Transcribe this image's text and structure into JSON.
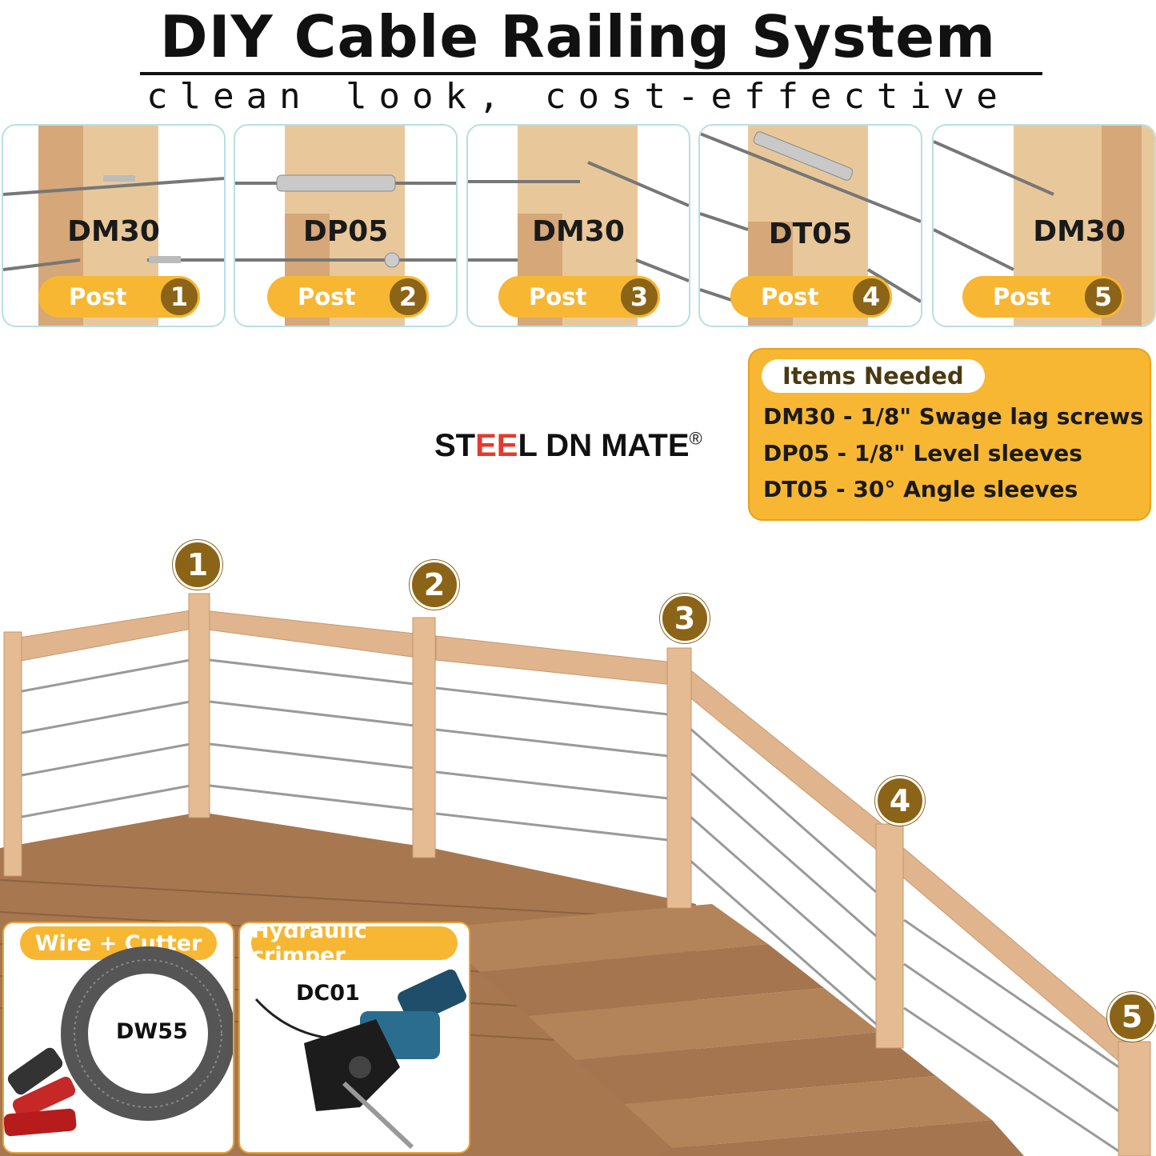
{
  "header": {
    "title": "DIY Cable Railing System",
    "subtitle": "clean look, cost-effective"
  },
  "panels": [
    {
      "model": "DM30",
      "post_label": "Post",
      "post_number": "1"
    },
    {
      "model": "DP05",
      "post_label": "Post",
      "post_number": "2"
    },
    {
      "model": "DM30",
      "post_label": "Post",
      "post_number": "3"
    },
    {
      "model": "DT05",
      "post_label": "Post",
      "post_number": "4"
    },
    {
      "model": "DM30",
      "post_label": "Post",
      "post_number": "5"
    }
  ],
  "brand": {
    "part1": "ST",
    "part2": "EE",
    "part3": "L DN MATE",
    "registered": "®"
  },
  "items_needed": {
    "title": "Items Needed",
    "lines": [
      "DM30 - 1/8\" Swage lag screws",
      "DP05 - 1/8\" Level sleeves",
      "DT05 - 30° Angle sleeves"
    ]
  },
  "scene_markers": [
    "1",
    "2",
    "3",
    "4",
    "5"
  ],
  "tools": {
    "wire_cutter": {
      "title": "Wire + Cutter",
      "label": "DW55"
    },
    "crimper": {
      "title": "Hydraulic crimper",
      "label": "DC01"
    }
  },
  "colors": {
    "accent": "#f7b733",
    "marker": "#8b6418",
    "wood": "#d9a77a",
    "panel_border": "#b8dfe3"
  }
}
